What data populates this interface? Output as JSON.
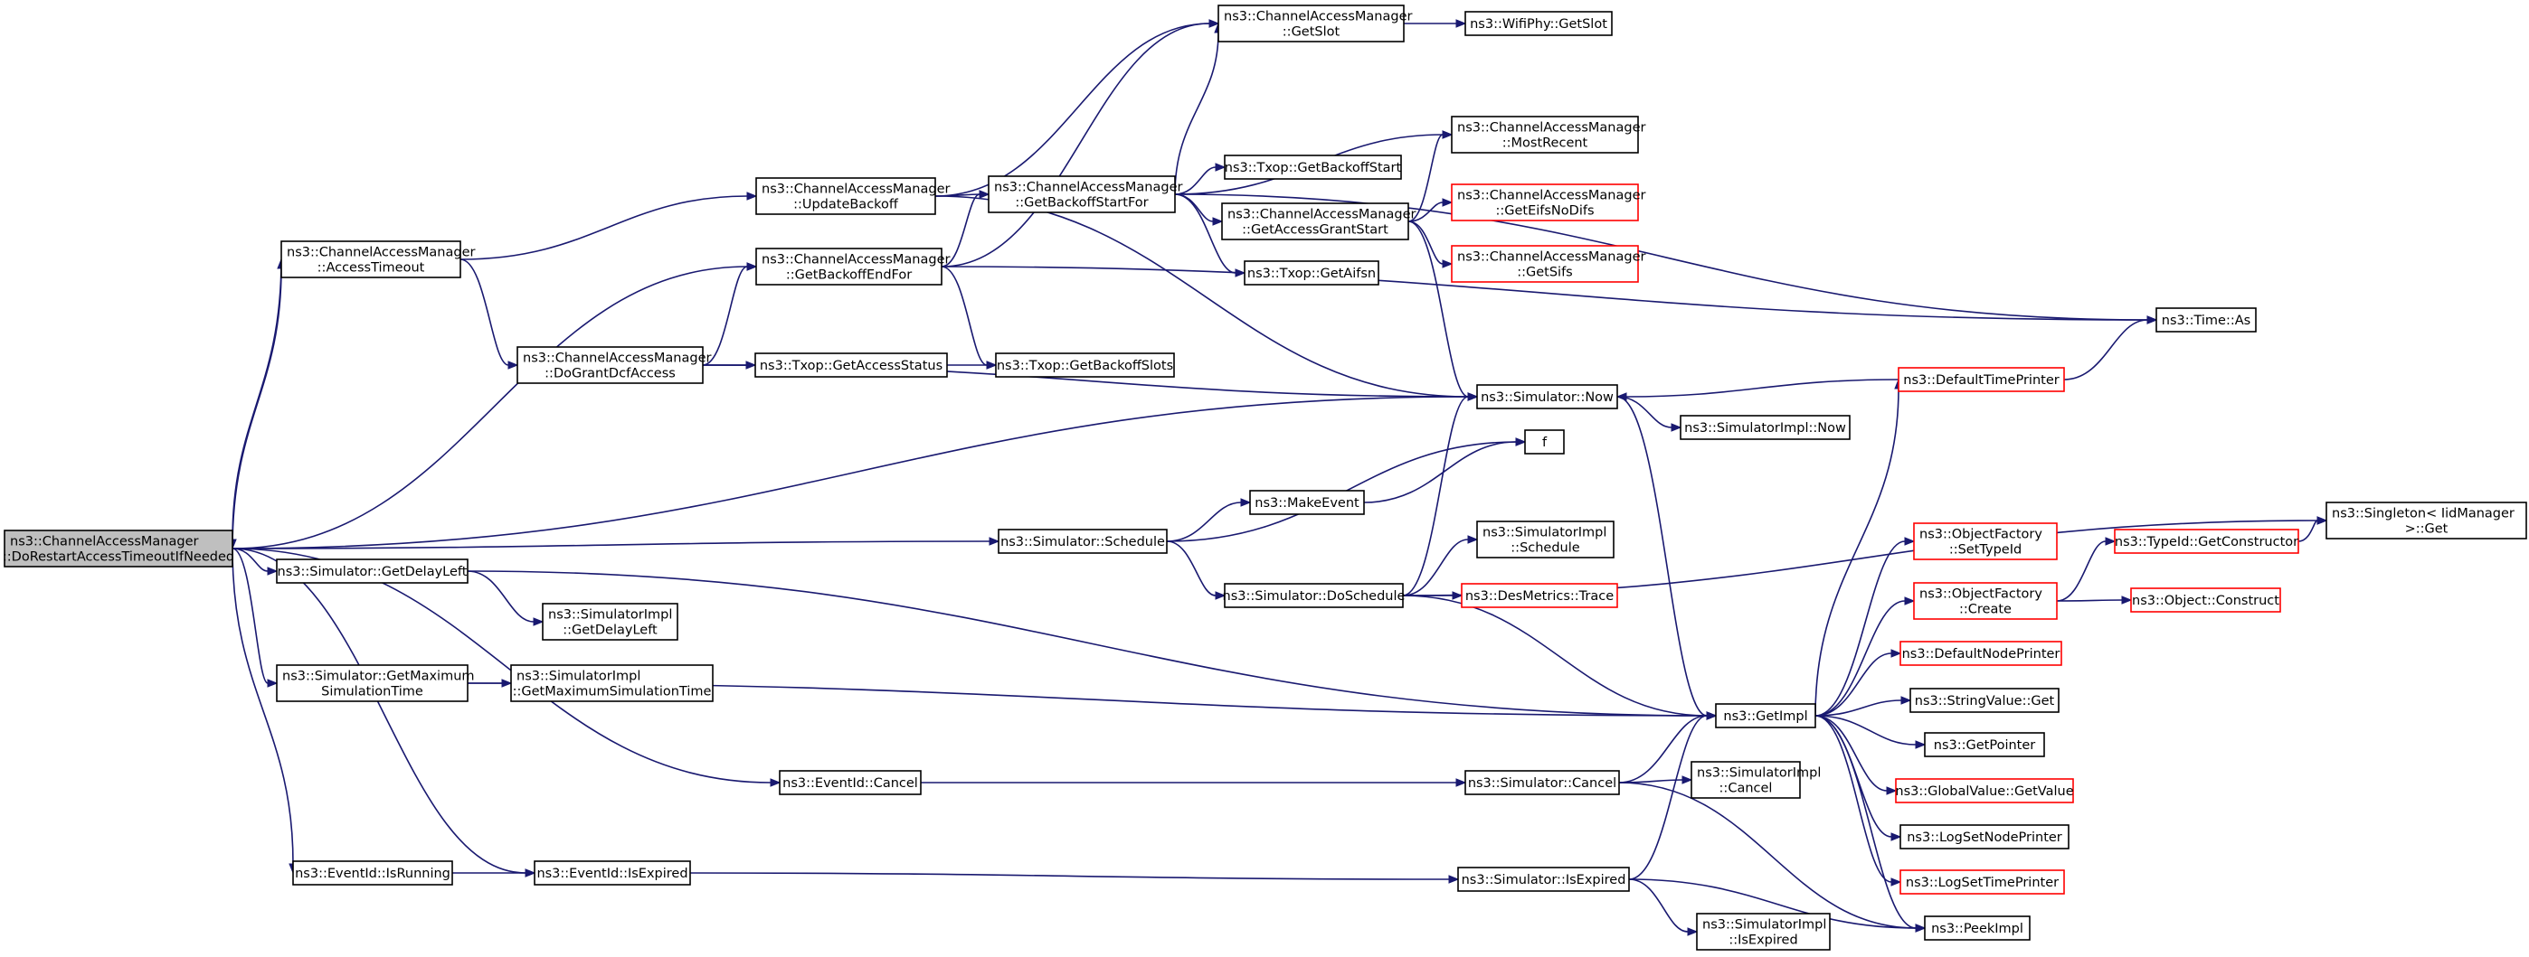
{
  "diagram": {
    "colors": {
      "edge": "#191970",
      "node_border": "#000000",
      "truncated_border": "#ff0000",
      "root_fill": "#bfbfbf"
    },
    "nodes": {
      "root": {
        "lines": [
          "ns3::ChannelAccessManager",
          "::DoRestartAccessTimeoutIfNeeded"
        ],
        "root": true
      },
      "accessTimeout": {
        "lines": [
          "ns3::ChannelAccessManager",
          "::AccessTimeout"
        ]
      },
      "updateBackoff": {
        "lines": [
          "ns3::ChannelAccessManager",
          "::UpdateBackoff"
        ]
      },
      "getBackoffEndFor": {
        "lines": [
          "ns3::ChannelAccessManager",
          "::GetBackoffEndFor"
        ]
      },
      "doGrantDcfAccess": {
        "lines": [
          "ns3::ChannelAccessManager",
          "::DoGrantDcfAccess"
        ]
      },
      "getSlot": {
        "lines": [
          "ns3::ChannelAccessManager",
          "::GetSlot"
        ]
      },
      "wifiPhyGetSlot": {
        "lines": [
          "ns3::WifiPhy::GetSlot"
        ]
      },
      "getBackoffStartFor": {
        "lines": [
          "ns3::ChannelAccessManager",
          "::GetBackoffStartFor"
        ]
      },
      "mostRecent": {
        "lines": [
          "ns3::ChannelAccessManager",
          "::MostRecent"
        ]
      },
      "txopGetBackoffStart": {
        "lines": [
          "ns3::Txop::GetBackoffStart"
        ]
      },
      "getAccessGrantStart": {
        "lines": [
          "ns3::ChannelAccessManager",
          "::GetAccessGrantStart"
        ]
      },
      "getEifsNoDifs": {
        "lines": [
          "ns3::ChannelAccessManager",
          "::GetEifsNoDifs"
        ],
        "red": true
      },
      "getSifs": {
        "lines": [
          "ns3::ChannelAccessManager",
          "::GetSifs"
        ],
        "red": true
      },
      "txopGetAifsn": {
        "lines": [
          "ns3::Txop::GetAifsn"
        ]
      },
      "txopGetAccessStatus": {
        "lines": [
          "ns3::Txop::GetAccessStatus"
        ]
      },
      "txopGetBackoffSlots": {
        "lines": [
          "ns3::Txop::GetBackoffSlots"
        ]
      },
      "timeAs": {
        "lines": [
          "ns3::Time::As"
        ]
      },
      "simulatorNow": {
        "lines": [
          "ns3::Simulator::Now"
        ]
      },
      "defaultTimePrinter": {
        "lines": [
          "ns3::DefaultTimePrinter"
        ],
        "red": true
      },
      "simImplNow": {
        "lines": [
          "ns3::SimulatorImpl::Now"
        ]
      },
      "f": {
        "lines": [
          "f"
        ]
      },
      "makeEvent": {
        "lines": [
          "ns3::MakeEvent"
        ]
      },
      "simulatorSchedule": {
        "lines": [
          "ns3::Simulator::Schedule"
        ]
      },
      "simImplSchedule": {
        "lines": [
          "ns3::SimulatorImpl",
          "::Schedule"
        ]
      },
      "doSchedule": {
        "lines": [
          "ns3::Simulator::DoSchedule"
        ]
      },
      "desMetricsTrace": {
        "lines": [
          "ns3::DesMetrics::Trace"
        ],
        "red": true
      },
      "singletonGet": {
        "lines": [
          "ns3::Singleton< IidManager",
          " >::Get"
        ]
      },
      "typeIdGetConstructor": {
        "lines": [
          "ns3::TypeId::GetConstructor"
        ],
        "red": true
      },
      "objectFactorySetTypeId": {
        "lines": [
          "ns3::ObjectFactory",
          "::SetTypeId"
        ],
        "red": true
      },
      "objectFactoryCreate": {
        "lines": [
          "ns3::ObjectFactory",
          "::Create"
        ],
        "red": true
      },
      "objectConstruct": {
        "lines": [
          "ns3::Object::Construct"
        ],
        "red": true
      },
      "getDelayLeft": {
        "lines": [
          "ns3::Simulator::GetDelayLeft"
        ]
      },
      "simImplGetDelayLeft": {
        "lines": [
          "ns3::SimulatorImpl",
          "::GetDelayLeft"
        ]
      },
      "getMaxSimTime": {
        "lines": [
          "ns3::Simulator::GetMaximum",
          "SimulationTime"
        ]
      },
      "simImplGetMaxSimTime": {
        "lines": [
          "ns3::SimulatorImpl",
          "::GetMaximumSimulationTime"
        ]
      },
      "defaultNodePrinter": {
        "lines": [
          "ns3::DefaultNodePrinter"
        ],
        "red": true
      },
      "getImpl": {
        "lines": [
          "ns3::GetImpl"
        ]
      },
      "stringValueGet": {
        "lines": [
          "ns3::StringValue::Get"
        ]
      },
      "getPointer": {
        "lines": [
          "ns3::GetPointer"
        ]
      },
      "globalValueGetValue": {
        "lines": [
          "ns3::GlobalValue::GetValue"
        ],
        "red": true
      },
      "logSetNodePrinter": {
        "lines": [
          "ns3::LogSetNodePrinter"
        ]
      },
      "logSetTimePrinter": {
        "lines": [
          "ns3::LogSetTimePrinter"
        ],
        "red": true
      },
      "peekImpl": {
        "lines": [
          "ns3::PeekImpl"
        ]
      },
      "eventIdCancel": {
        "lines": [
          "ns3::EventId::Cancel"
        ]
      },
      "simulatorCancel": {
        "lines": [
          "ns3::Simulator::Cancel"
        ]
      },
      "simImplCancel": {
        "lines": [
          "ns3::SimulatorImpl",
          "::Cancel"
        ]
      },
      "eventIdIsRunning": {
        "lines": [
          "ns3::EventId::IsRunning"
        ]
      },
      "eventIdIsExpired": {
        "lines": [
          "ns3::EventId::IsExpired"
        ]
      },
      "simulatorIsExpired": {
        "lines": [
          "ns3::Simulator::IsExpired"
        ]
      },
      "simImplIsExpired": {
        "lines": [
          "ns3::SimulatorImpl",
          "::IsExpired"
        ]
      }
    },
    "edges": [
      [
        "root",
        "accessTimeout"
      ],
      [
        "accessTimeout",
        "root"
      ],
      [
        "root",
        "getBackoffEndFor"
      ],
      [
        "root",
        "simulatorNow"
      ],
      [
        "root",
        "simulatorSchedule"
      ],
      [
        "root",
        "getDelayLeft"
      ],
      [
        "root",
        "getMaxSimTime"
      ],
      [
        "root",
        "eventIdCancel"
      ],
      [
        "root",
        "eventIdIsRunning"
      ],
      [
        "root",
        "eventIdIsExpired"
      ],
      [
        "accessTimeout",
        "updateBackoff"
      ],
      [
        "accessTimeout",
        "doGrantDcfAccess"
      ],
      [
        "updateBackoff",
        "getSlot"
      ],
      [
        "updateBackoff",
        "getBackoffStartFor"
      ],
      [
        "updateBackoff",
        "simulatorNow"
      ],
      [
        "getBackoffEndFor",
        "getBackoffStartFor"
      ],
      [
        "getBackoffEndFor",
        "getSlot"
      ],
      [
        "getBackoffEndFor",
        "txopGetBackoffSlots"
      ],
      [
        "getBackoffEndFor",
        "timeAs"
      ],
      [
        "doGrantDcfAccess",
        "getBackoffEndFor"
      ],
      [
        "doGrantDcfAccess",
        "txopGetAccessStatus"
      ],
      [
        "doGrantDcfAccess",
        "txopGetBackoffSlots"
      ],
      [
        "doGrantDcfAccess",
        "simulatorNow"
      ],
      [
        "getSlot",
        "wifiPhyGetSlot"
      ],
      [
        "getBackoffStartFor",
        "getSlot"
      ],
      [
        "getBackoffStartFor",
        "mostRecent"
      ],
      [
        "getBackoffStartFor",
        "txopGetBackoffStart"
      ],
      [
        "getBackoffStartFor",
        "getAccessGrantStart"
      ],
      [
        "getBackoffStartFor",
        "txopGetAifsn"
      ],
      [
        "getBackoffStartFor",
        "timeAs"
      ],
      [
        "getAccessGrantStart",
        "mostRecent"
      ],
      [
        "getAccessGrantStart",
        "getEifsNoDifs"
      ],
      [
        "getAccessGrantStart",
        "getSifs"
      ],
      [
        "getAccessGrantStart",
        "simulatorNow"
      ],
      [
        "simulatorNow",
        "simImplNow"
      ],
      [
        "simulatorNow",
        "getImpl"
      ],
      [
        "defaultTimePrinter",
        "timeAs"
      ],
      [
        "defaultTimePrinter",
        "simulatorNow"
      ],
      [
        "simulatorSchedule",
        "makeEvent"
      ],
      [
        "simulatorSchedule",
        "f"
      ],
      [
        "simulatorSchedule",
        "doSchedule"
      ],
      [
        "makeEvent",
        "f"
      ],
      [
        "doSchedule",
        "simulatorNow"
      ],
      [
        "doSchedule",
        "singletonGet"
      ],
      [
        "doSchedule",
        "simImplSchedule"
      ],
      [
        "doSchedule",
        "desMetricsTrace"
      ],
      [
        "doSchedule",
        "getImpl"
      ],
      [
        "getDelayLeft",
        "simImplGetDelayLeft"
      ],
      [
        "getDelayLeft",
        "getImpl"
      ],
      [
        "getMaxSimTime",
        "simImplGetMaxSimTime"
      ],
      [
        "getMaxSimTime",
        "getImpl"
      ],
      [
        "getImpl",
        "defaultTimePrinter"
      ],
      [
        "getImpl",
        "objectFactorySetTypeId"
      ],
      [
        "getImpl",
        "objectFactoryCreate"
      ],
      [
        "getImpl",
        "defaultNodePrinter"
      ],
      [
        "getImpl",
        "stringValueGet"
      ],
      [
        "getImpl",
        "getPointer"
      ],
      [
        "getImpl",
        "globalValueGetValue"
      ],
      [
        "getImpl",
        "logSetNodePrinter"
      ],
      [
        "getImpl",
        "logSetTimePrinter"
      ],
      [
        "getImpl",
        "peekImpl"
      ],
      [
        "objectFactoryCreate",
        "typeIdGetConstructor"
      ],
      [
        "objectFactoryCreate",
        "objectConstruct"
      ],
      [
        "typeIdGetConstructor",
        "singletonGet"
      ],
      [
        "eventIdCancel",
        "simulatorCancel"
      ],
      [
        "simulatorCancel",
        "getImpl"
      ],
      [
        "simulatorCancel",
        "simImplCancel"
      ],
      [
        "simulatorCancel",
        "peekImpl"
      ],
      [
        "eventIdIsRunning",
        "eventIdIsExpired"
      ],
      [
        "eventIdIsExpired",
        "simulatorIsExpired"
      ],
      [
        "simulatorIsExpired",
        "getImpl"
      ],
      [
        "simulatorIsExpired",
        "peekImpl"
      ],
      [
        "simulatorIsExpired",
        "simImplIsExpired"
      ]
    ]
  }
}
